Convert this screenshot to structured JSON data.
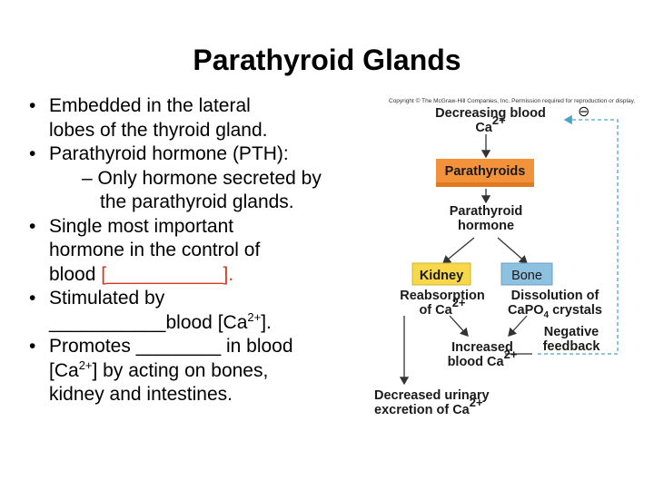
{
  "slide": {
    "title": "Parathyroid Glands",
    "bullets": [
      {
        "lines": [
          "Embedded in the lateral",
          "lobes of the thyroid gland."
        ]
      },
      {
        "lines": [
          "Parathyroid hormone (PTH):"
        ]
      },
      {
        "sub": [
          "Only hormone secreted by",
          "the parathyroid glands."
        ]
      },
      {
        "lines": [
          "Single most important",
          "hormone in the control of",
          "blood ",
          "[___________]."
        ]
      },
      {
        "lines": [
          "Stimulated by",
          "___________blood [Ca",
          "2+",
          "]."
        ]
      },
      {
        "lines": [
          "Promotes ________ in blood",
          "[Ca",
          "2+",
          "] by acting on bones,",
          "kidney and intestines."
        ]
      }
    ],
    "bullet_char": "•",
    "dash_char": "–"
  },
  "diagram": {
    "copyright": "Copyright © The McGraw-Hill Companies, Inc. Permission required for reproduction or display.",
    "decreasing": "Decreasing blood",
    "ca": "Ca",
    "ca_sup": "2+",
    "minus_symbol": "⊖",
    "parathyroids": "Parathyroids",
    "pth_line1": "Parathyroid",
    "pth_line2": "hormone",
    "kidney": "Kidney",
    "bone": "Bone",
    "reabsorption_line1": "Reabsorption",
    "reabsorption_line2": "of Ca",
    "dissolution_line1": "Dissolution of",
    "dissolution_line2": "CaPO",
    "dissolution_sub": "4",
    "dissolution_line2_end": " crystals",
    "negative_line1": "Negative",
    "negative_line2": "feedback",
    "increased_line1": "Increased",
    "increased_line2": "blood Ca",
    "decreased_line1": "Decreased urinary",
    "decreased_line2": "excretion of Ca",
    "colors": {
      "orange": "#f2923a",
      "orange_light": "#f6b173",
      "yellow": "#f6d84a",
      "blue": "#8ec0df",
      "feedback": "#4aa3c7"
    }
  }
}
